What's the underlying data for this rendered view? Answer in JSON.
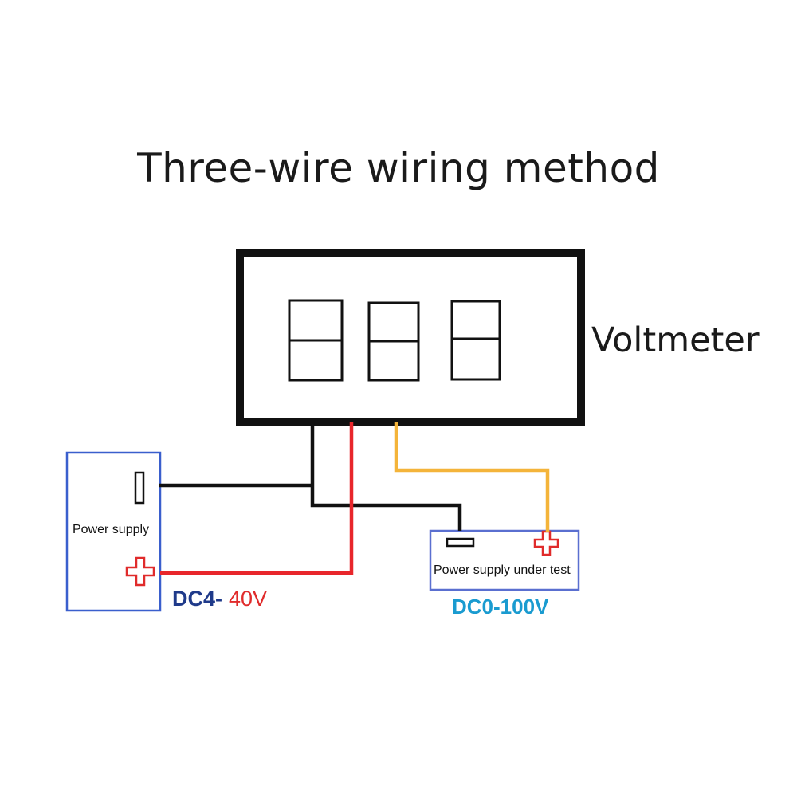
{
  "title": "Three-wire wiring method",
  "voltmeter": {
    "label": "Voltmeter"
  },
  "power_supply": {
    "label": "Power supply",
    "voltage_prefix": "DC4-",
    "voltage_suffix": "40V"
  },
  "supply_under_test": {
    "label": "Power supply under test",
    "voltage": "DC0-100V"
  },
  "colors": {
    "black_wire": "#111111",
    "red_wire": "#e8262b",
    "yellow_wire": "#f4b43a",
    "box_border": "#3a5fcd",
    "plus_sign": "#e02b2b"
  }
}
